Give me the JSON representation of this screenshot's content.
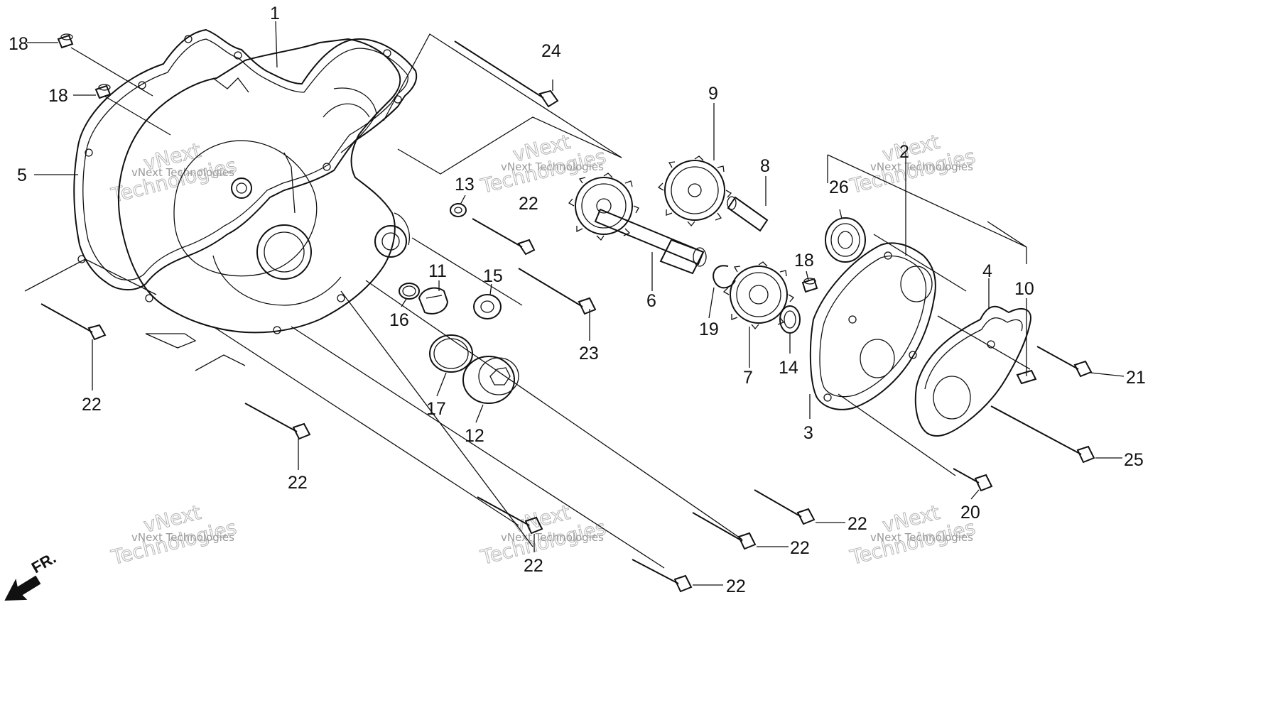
{
  "diagram": {
    "callouts": {
      "p1": "1",
      "p2": "2",
      "p3": "3",
      "p4": "4",
      "p5": "5",
      "p6": "6",
      "p7": "7",
      "p8": "8",
      "p9": "9",
      "p10": "10",
      "p11": "11",
      "p12": "12",
      "p13": "13",
      "p14": "14",
      "p15": "15",
      "p16": "16",
      "p17": "17",
      "p18": "18",
      "p19": "19",
      "p20": "20",
      "p21": "21",
      "p22": "22",
      "p23": "23",
      "p24": "24",
      "p25": "25",
      "p26": "26"
    },
    "watermark": {
      "small": "vNext Technologies",
      "big_line1": "vNext",
      "big_line2": "Technologies"
    },
    "front_marker": "FR."
  }
}
